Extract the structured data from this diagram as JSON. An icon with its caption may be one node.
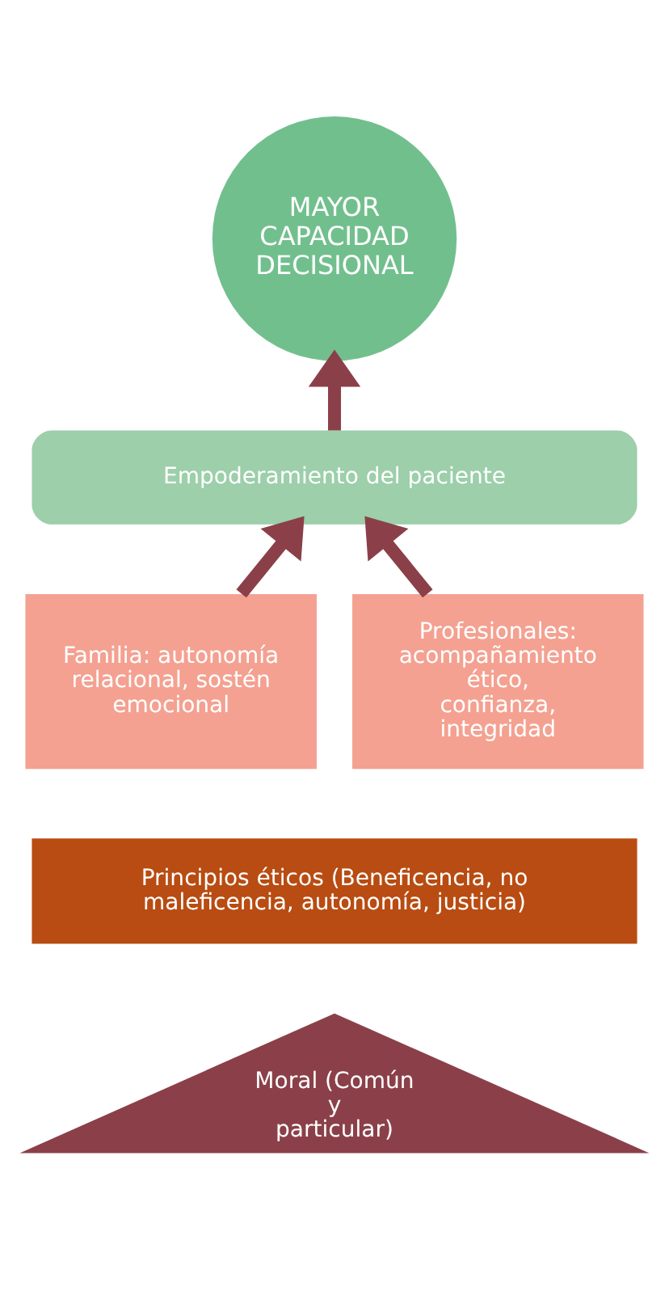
{
  "diagram": {
    "nodes": [
      {
        "text": [
          "MAYOR CAPACIDAD DECISIONAL"
        ]
      },
      {
        "text": [
          "Empoderamiento del paciente"
        ]
      },
      {
        "text": [
          "Familia: autonomía relacional, sostén emocional"
        ]
      },
      {
        "text": [
          "Profesionales: acompañamiento ético, confianza, integridad"
        ]
      },
      {
        "text": [
          "Principios éticos (Beneficencia, no maleficencia, autonomía, justicia)"
        ]
      },
      {
        "text": [
          "Moral (Común y particular)"
        ]
      }
    ],
    "edges": [
      {
        "from": 2,
        "to": 1,
        "arrow": "to"
      },
      {
        "from": 3,
        "to": 1,
        "arrow": "to"
      },
      {
        "from": 1,
        "to": 0,
        "arrow": "to"
      }
    ]
  }
}
